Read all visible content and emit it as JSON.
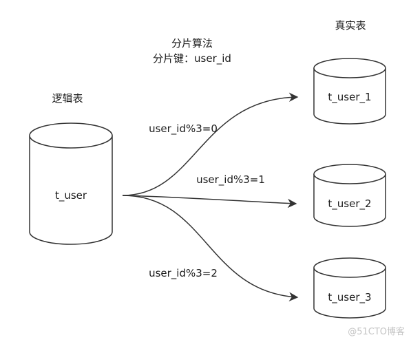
{
  "header": {
    "algorithm_title": "分片算法",
    "shard_key": "分片键：user_id",
    "logical_label": "逻辑表",
    "physical_label": "真实表"
  },
  "logical_table": {
    "name": "t_user"
  },
  "routes": [
    {
      "rule": "user_id%3=0",
      "target": "t_user_1"
    },
    {
      "rule": "user_id%3=1",
      "target": "t_user_2"
    },
    {
      "rule": "user_id%3=2",
      "target": "t_user_3"
    }
  ],
  "watermark": "@51CTO博客",
  "colors": {
    "stroke": "#333333",
    "text": "#1a1a1a",
    "watermark": "#c4c4c4"
  }
}
